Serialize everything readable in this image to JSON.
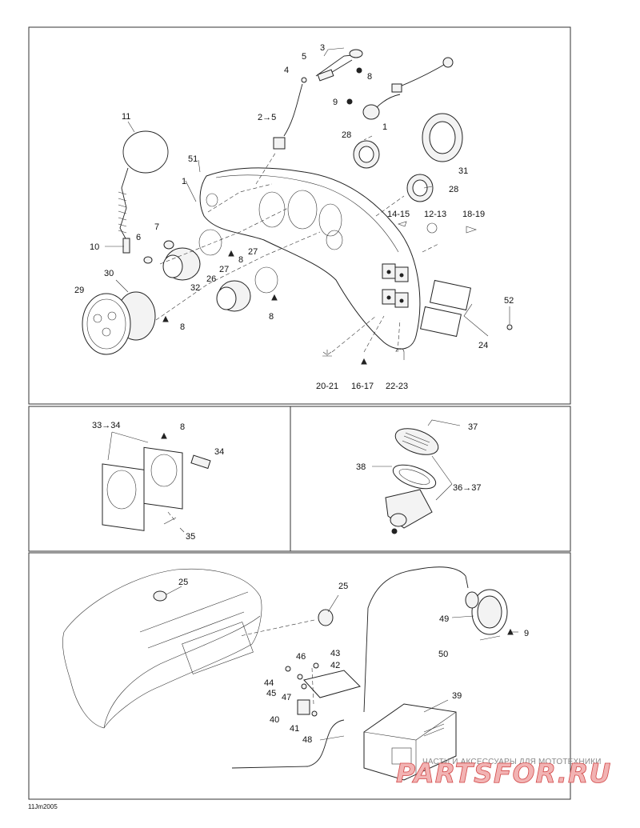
{
  "panel_main": {
    "labels": {
      "l3": "3",
      "l5": "5",
      "l4": "4",
      "l8a": "8",
      "l9a": "9",
      "l1a": "1",
      "l2to5": "2→5",
      "l11": "11",
      "l28a": "28",
      "l31": "31",
      "l51": "51",
      "l1b": "1",
      "l28b": "28",
      "l14_15": "14-15",
      "l12_13": "12-13",
      "l18_19": "18-19",
      "l7": "7",
      "l10": "10",
      "l6": "6",
      "l27a": "27",
      "l8b": "8",
      "l27b": "27",
      "l30": "30",
      "l29": "29",
      "l26": "26",
      "l32": "32",
      "l8c": "8",
      "l8d": "8",
      "l52": "52",
      "l24": "24",
      "l20_21": "20-21",
      "l16_17": "16-17",
      "l22_23": "22-23"
    }
  },
  "panel_gauge": {
    "labels": {
      "l33to34": "33→34",
      "l8": "8",
      "l34": "34",
      "l35": "35"
    }
  },
  "panel_socket": {
    "labels": {
      "l37": "37",
      "l38": "38",
      "l36to37": "36→37"
    }
  },
  "panel_audio": {
    "labels": {
      "l25a": "25",
      "l25b": "25",
      "l49": "49",
      "l9": "9",
      "l50": "50",
      "l43": "43",
      "l46": "46",
      "l42": "42",
      "l44": "44",
      "l45": "45",
      "l47": "47",
      "l39": "39",
      "l40": "40",
      "l41": "41",
      "l48": "48"
    }
  },
  "footer": {
    "code": "11Jm2005"
  },
  "watermark": {
    "caption": "ЧАСТИ И АКСЕССУАРЫ ДЛЯ МОТОТЕХНИКИ",
    "brand": "PARTSFOR.RU"
  }
}
